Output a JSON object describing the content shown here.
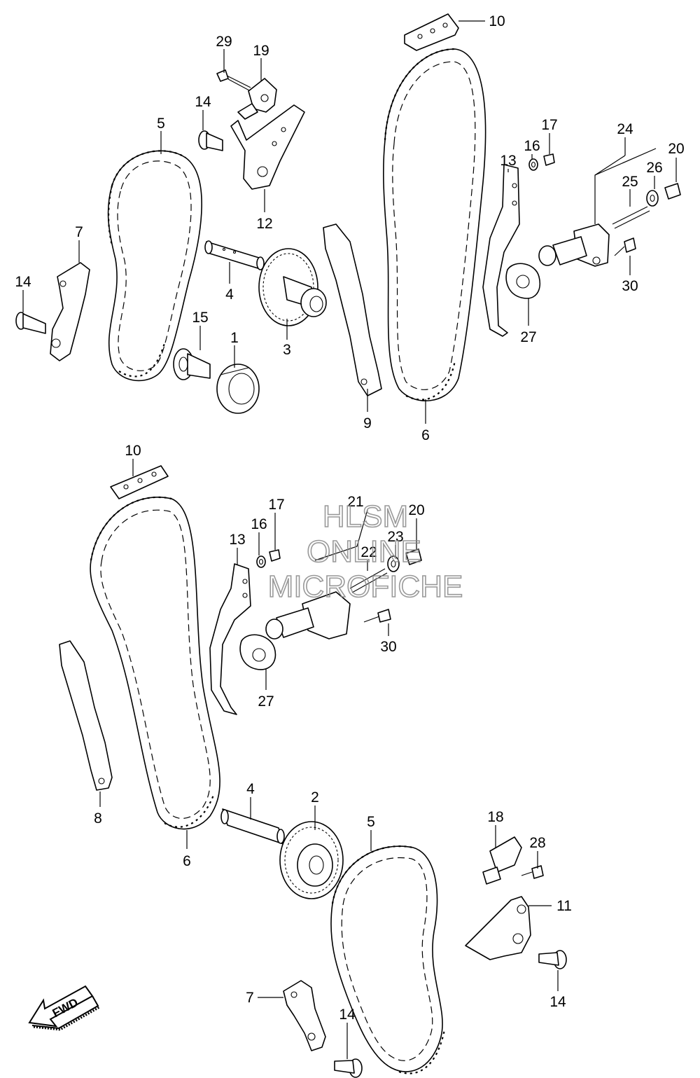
{
  "watermark": {
    "line1": "HLSM",
    "line2": "ONLINE",
    "line3": "MICROFICHE"
  },
  "fwd_label": "FWD",
  "callouts_top": [
    "29",
    "19",
    "14",
    "5",
    "12",
    "7",
    "14",
    "4",
    "15",
    "1",
    "3",
    "10",
    "17",
    "16",
    "13",
    "24",
    "20",
    "26",
    "25",
    "30",
    "27",
    "9",
    "6"
  ],
  "callouts_bottom": [
    "10",
    "17",
    "16",
    "13",
    "21",
    "20",
    "23",
    "22",
    "30",
    "27",
    "8",
    "6",
    "4",
    "2",
    "5",
    "18",
    "28",
    "11",
    "7",
    "14",
    "14"
  ]
}
